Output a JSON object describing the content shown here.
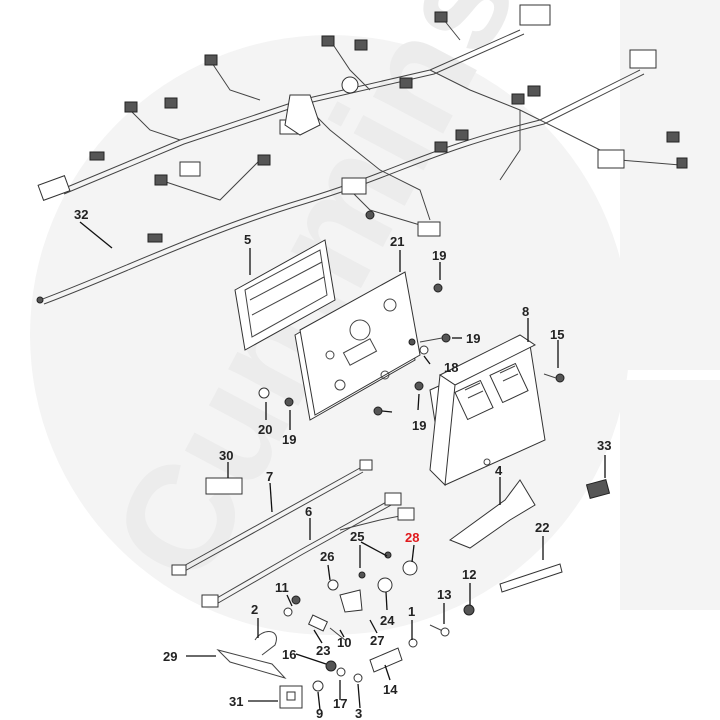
{
  "watermark": {
    "text": "Cummins"
  },
  "highlight_color": "#e0191c",
  "callouts": [
    {
      "id": "32",
      "label": "32"
    },
    {
      "id": "5",
      "label": "5"
    },
    {
      "id": "21",
      "label": "21"
    },
    {
      "id": "19a",
      "label": "19"
    },
    {
      "id": "19b",
      "label": "19"
    },
    {
      "id": "18",
      "label": "18"
    },
    {
      "id": "8",
      "label": "8"
    },
    {
      "id": "15",
      "label": "15"
    },
    {
      "id": "20",
      "label": "20"
    },
    {
      "id": "19c",
      "label": "19"
    },
    {
      "id": "19d",
      "label": "19"
    },
    {
      "id": "33",
      "label": "33"
    },
    {
      "id": "30",
      "label": "30"
    },
    {
      "id": "7",
      "label": "7"
    },
    {
      "id": "4",
      "label": "4"
    },
    {
      "id": "6",
      "label": "6"
    },
    {
      "id": "22",
      "label": "22"
    },
    {
      "id": "28",
      "label": "28",
      "highlight": true
    },
    {
      "id": "25",
      "label": "25"
    },
    {
      "id": "26",
      "label": "26"
    },
    {
      "id": "12",
      "label": "12"
    },
    {
      "id": "13",
      "label": "13"
    },
    {
      "id": "1",
      "label": "1"
    },
    {
      "id": "11",
      "label": "11"
    },
    {
      "id": "2",
      "label": "2"
    },
    {
      "id": "24",
      "label": "24"
    },
    {
      "id": "27",
      "label": "27"
    },
    {
      "id": "10",
      "label": "10"
    },
    {
      "id": "23",
      "label": "23"
    },
    {
      "id": "29",
      "label": "29"
    },
    {
      "id": "16",
      "label": "16"
    },
    {
      "id": "14",
      "label": "14"
    },
    {
      "id": "31",
      "label": "31"
    },
    {
      "id": "9",
      "label": "9"
    },
    {
      "id": "17",
      "label": "17"
    },
    {
      "id": "3",
      "label": "3"
    }
  ]
}
